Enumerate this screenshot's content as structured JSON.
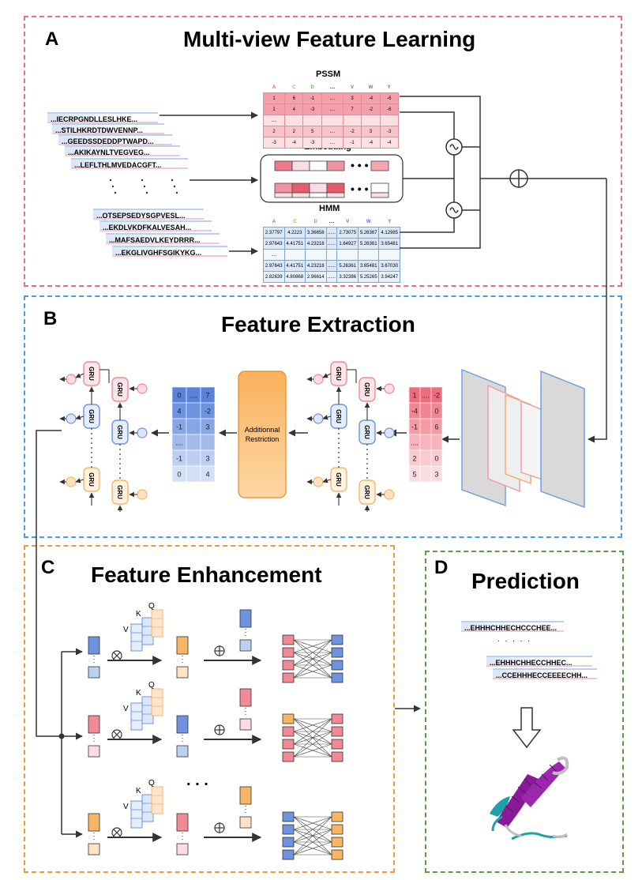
{
  "panels": {
    "A": {
      "letter": "A",
      "title": "Multi-view Feature Learning"
    },
    "B": {
      "letter": "B",
      "title": "Feature Extraction"
    },
    "C": {
      "letter": "C",
      "title": "Feature Enhancement"
    },
    "D": {
      "letter": "D",
      "title": "Prediction"
    }
  },
  "sequences_top": [
    "...IECRPGNDLLESLHKE...",
    "...STILHKRDTDWVENNP...",
    "...GEEDSSDEDDPTWAPD...",
    "...AKIKAYNLTVEGVEG...",
    "...LEFLTHLMVEDACGFT..."
  ],
  "sequences_bottom": [
    "...QTSEPSEDYSGPVESL...",
    "...EKDLVKDFKALVESAH...",
    "...MAFSAEDVLKEYDRRR...",
    "...EKGLIVGHFSGIKYKG..."
  ],
  "features": {
    "pssm_label": "PSSM",
    "embedding_label": "Embedding",
    "hmm_label": "HMM",
    "pssm_headers": [
      "A",
      "C",
      "D",
      "....",
      "V",
      "W",
      "Y"
    ],
    "pssm_rows": [
      [
        "1",
        "6",
        "-1",
        "....",
        "3",
        "-4",
        "-6"
      ],
      [
        "1",
        "4",
        "-3",
        "....",
        "7",
        "-2",
        "-6"
      ],
      [
        "....",
        "",
        "",
        "",
        "",
        "",
        ""
      ],
      [
        "2",
        "2",
        "5",
        "....",
        "-2",
        "3",
        "-3"
      ],
      [
        "-3",
        "-4",
        "-3",
        "....",
        "-1",
        "-4",
        "-4"
      ]
    ],
    "hmm_headers": [
      "A",
      "C",
      "D",
      "....",
      "V",
      "W",
      "Y"
    ],
    "hmm_rows": [
      [
        "2.37797",
        "4.2223",
        "3.36658",
        "......",
        "2.73075",
        "5.26367",
        "4.12985"
      ],
      [
        "2.97643",
        "4.41751",
        "4.23218",
        "......",
        "1.64927",
        "5.26361",
        "3.65481"
      ],
      [
        "....",
        "",
        "",
        "",
        "",
        "",
        ""
      ],
      [
        "2.97643",
        "4.41751",
        "4.23218",
        "......",
        "5.26361",
        "3.65481",
        "3.67030"
      ],
      [
        "2.82639",
        "4.80868",
        "2.96614",
        "......",
        "3.32386",
        "5.25265",
        "3.94247"
      ]
    ]
  },
  "extraction": {
    "gru_label": "GRU",
    "restriction_label": "Additionnal Restriction",
    "red_matrix": [
      [
        "1",
        "....",
        "-2"
      ],
      [
        "-4",
        "",
        "0"
      ],
      [
        "-1",
        "",
        "6"
      ],
      [
        "....",
        "",
        ""
      ],
      [
        "2",
        "",
        "0"
      ],
      [
        "5",
        "",
        "3"
      ]
    ],
    "blue_matrix": [
      [
        "0",
        "....",
        "7"
      ],
      [
        "4",
        "",
        "-2"
      ],
      [
        "-1",
        "",
        "3"
      ],
      [
        "....",
        "",
        ""
      ],
      [
        "-1",
        "",
        "3"
      ],
      [
        "0",
        "",
        "4"
      ]
    ]
  },
  "enhancement": {
    "attention_labels": {
      "v": "V",
      "k": "K",
      "q": "Q"
    },
    "ellipsis": ". . ."
  },
  "prediction": {
    "sequences": [
      "...EHHHCHHECHCCCHEE...",
      "...EHHHCHHECCHHEC...",
      "...CCEHHHECCEEEECHH..."
    ]
  },
  "colors": {
    "panel_A": "#ea6f7a",
    "panel_B": "#4a9be8",
    "panel_C": "#ee9a3a",
    "panel_D": "#5c9a4a",
    "red_cell": "#f08a96",
    "blue_cell": "#6f93df",
    "orange_cell": "#f7b566",
    "restriction": "#f8b56a"
  }
}
